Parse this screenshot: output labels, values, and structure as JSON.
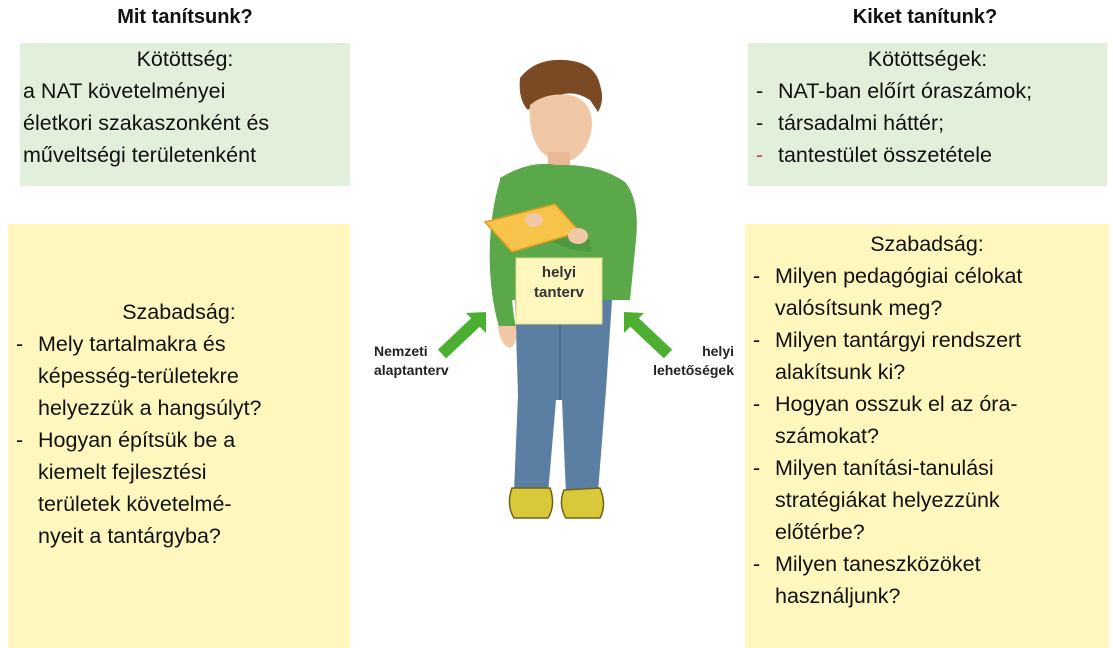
{
  "left": {
    "heading": "Mit tanítsunk?",
    "constraints_title": "Kötöttség:",
    "constraints_lines": [
      "a NAT követelményei",
      "életkori szakaszonként és",
      "műveltségi területenként"
    ],
    "freedom_title": "Szabadság:",
    "freedom_items": [
      [
        "Mely tartalmakra és",
        "képesség-területekre",
        "helyezzük a hangsúlyt?"
      ],
      [
        "Hogyan építsük be a",
        "kiemelt fejlesztési",
        "területek követelmé-",
        "nyeit a tantárgyba?"
      ]
    ]
  },
  "right": {
    "heading": "Kiket tanítunk?",
    "constraints_title": "Kötöttségek:",
    "constraints_items": [
      "NAT-ban előírt óraszámok;",
      "társadalmi háttér;",
      "tantestület összetétele"
    ],
    "freedom_title": "Szabadság:",
    "freedom_items": [
      [
        "Milyen pedagógiai célokat",
        "valósítsunk meg?"
      ],
      [
        "Milyen tantárgyi rendszert",
        "alakítsunk ki?"
      ],
      [
        "Hogyan osszuk el az óra-",
        "számokat?"
      ],
      [
        "Milyen tanítási-tanulási",
        "stratégiákat helyezzünk",
        "előtérbe?"
      ],
      [
        "Milyen taneszközöket",
        "használjunk?"
      ]
    ]
  },
  "center": {
    "paper_label_lines": [
      "helyi",
      "tanterv"
    ],
    "national_label_lines": [
      "Nemzeti",
      "alaptanterv"
    ],
    "local_label_lines": [
      "helyi",
      "lehetőségek"
    ]
  },
  "colors": {
    "constraint_box": "#e2efda",
    "freedom_box": "#fff7bd",
    "arrow": "#4caf32",
    "shirt": "#5aa84a",
    "jeans": "#5b7fa3",
    "paper": "#f7c34a",
    "list_dash_accent": "#c0504d"
  },
  "icons": [
    "arrow-up-right-icon",
    "arrow-up-left-icon",
    "person-reading-figure"
  ]
}
